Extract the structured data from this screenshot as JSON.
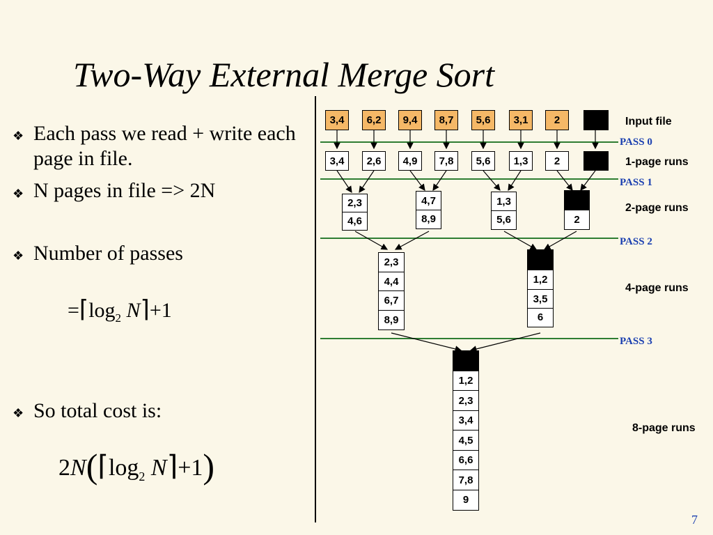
{
  "title": "Two-Way External Merge Sort",
  "bullets": [
    "Each pass we read + write each page in file.",
    "N pages in file => 2N",
    "Number of passes",
    "So total cost is:"
  ],
  "bullet_symbol": "❖",
  "formula_passes": {
    "eq": "=",
    "lceil": "⌈",
    "log": "log",
    "sub": "2",
    "var": "N",
    "rceil": "⌉",
    "plus": "+1"
  },
  "formula_cost": {
    "coef": "2",
    "var": "N",
    "lparen": "(",
    "lceil": "⌈",
    "log": "log",
    "sub": "2",
    "var2": "N",
    "rceil": "⌉",
    "plus": "+1",
    "rparen": ")"
  },
  "passes": [
    "PASS 0",
    "PASS 1",
    "PASS 2",
    "PASS 3"
  ],
  "run_labels": [
    "Input file",
    "1-page runs",
    "2-page runs",
    "4-page runs",
    "8-page runs"
  ],
  "input_file": [
    "3,4",
    "6,2",
    "9,4",
    "8,7",
    "5,6",
    "3,1",
    "2",
    ""
  ],
  "one_page_runs": [
    "3,4",
    "2,6",
    "4,9",
    "7,8",
    "5,6",
    "1,3",
    "2",
    ""
  ],
  "two_page_runs": [
    [
      "2,3",
      "4,6"
    ],
    [
      "4,7",
      "8,9"
    ],
    [
      "1,3",
      "5,6"
    ],
    [
      "",
      "2"
    ]
  ],
  "four_page_runs": [
    [
      "2,3",
      "4,4",
      "6,7",
      "8,9"
    ],
    [
      "",
      "1,2",
      "3,5",
      "6"
    ]
  ],
  "eight_page_run": [
    "",
    "1,2",
    "2,3",
    "3,4",
    "4,5",
    "6,6",
    "7,8",
    "9"
  ],
  "colors": {
    "input_page": "#f5b867",
    "pass_label": "#1a3fb0",
    "pass_line": "#2e7d32",
    "background": "#fbf7e8"
  },
  "page_number": "7"
}
